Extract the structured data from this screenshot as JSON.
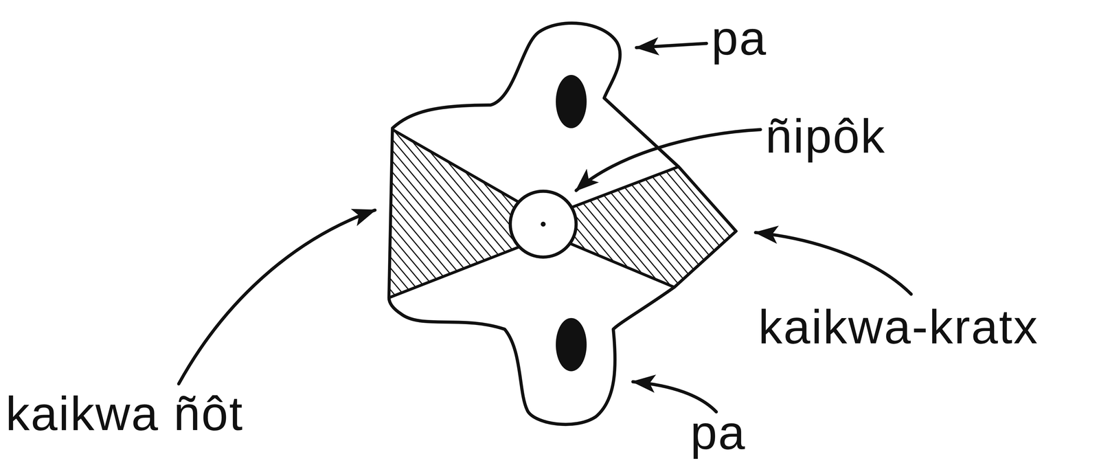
{
  "diagram": {
    "labels": [
      "pa",
      "ñipôk",
      "kaikwa-kratx",
      "pa",
      "kaikwa ñôt"
    ]
  }
}
